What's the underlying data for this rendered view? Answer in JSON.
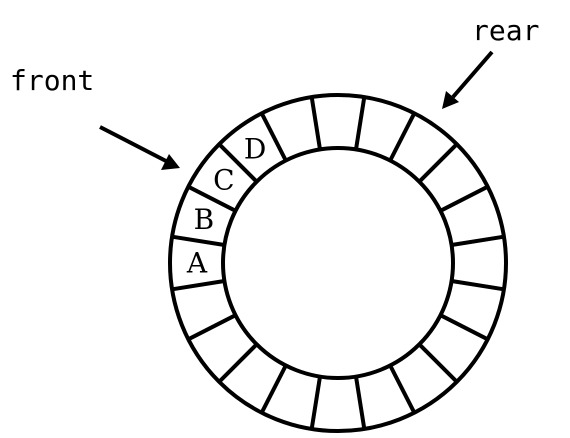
{
  "diagram": {
    "cells": [
      {
        "label": ""
      },
      {
        "label": ""
      },
      {
        "label": ""
      },
      {
        "label": ""
      },
      {
        "label": ""
      },
      {
        "label": ""
      },
      {
        "label": ""
      },
      {
        "label": ""
      },
      {
        "label": ""
      },
      {
        "label": ""
      },
      {
        "label": "A"
      },
      {
        "label": "B"
      },
      {
        "label": "C"
      },
      {
        "label": "D"
      },
      {
        "label": ""
      },
      {
        "label": ""
      },
      {
        "label": ""
      },
      {
        "label": ""
      },
      {
        "label": ""
      },
      {
        "label": ""
      }
    ],
    "pointers": {
      "front": {
        "label": "front"
      },
      "rear": {
        "label": "rear"
      }
    },
    "stroke_color": "#000000"
  }
}
